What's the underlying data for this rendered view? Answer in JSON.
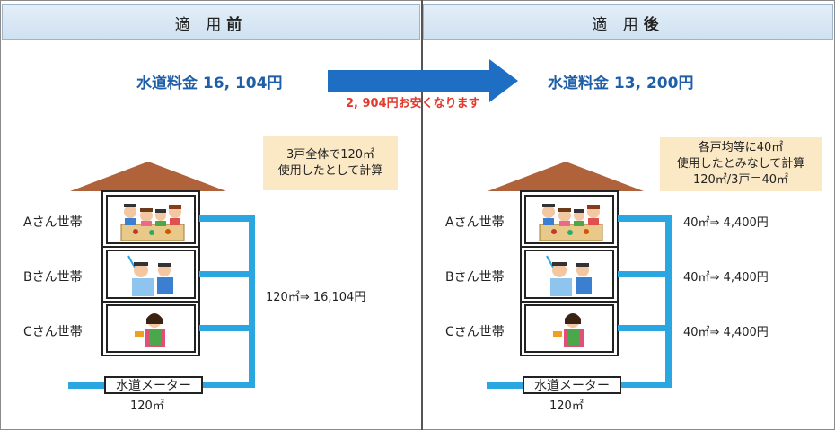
{
  "before": {
    "header_prefix": "適 用 ",
    "header_emph": "前",
    "fee_text": "水道料金  16, 104円",
    "note_lines": [
      "3戸全体で120㎡",
      "使用したとして計算"
    ],
    "households": [
      "Aさん世帯",
      "Bさん世帯",
      "Cさん世帯"
    ],
    "meter_label": "水道メーター",
    "meter_value": "120㎡",
    "total_usage": "120㎡⇒ 16,104円"
  },
  "after": {
    "header_prefix": "適 用 ",
    "header_emph": "後",
    "fee_text": "水道料金  13, 200円",
    "note_lines": [
      "各戸均等に40㎡",
      "使用したとみなして計算",
      "120㎡/3戸＝40㎡"
    ],
    "households": [
      "Aさん世帯",
      "Bさん世帯",
      "Cさん世帯"
    ],
    "meter_label": "水道メーター",
    "meter_value": "120㎡",
    "usage_rows": [
      "40㎡⇒  4,400円",
      "40㎡⇒  4,400円",
      "40㎡⇒  4,400円"
    ]
  },
  "savings_text": "2, 904円お安くなります",
  "colors": {
    "fee_blue": "#1f5fa8",
    "savings_red": "#e23b2e",
    "roof_brown": "#b0623a",
    "pipe_blue": "#2aa7e0",
    "note_bg": "#fbe8c4",
    "arrow_blue": "#1e6fc4"
  },
  "icons": [
    "family-illustration",
    "person-drinking-illustration",
    "woman-illustration"
  ]
}
